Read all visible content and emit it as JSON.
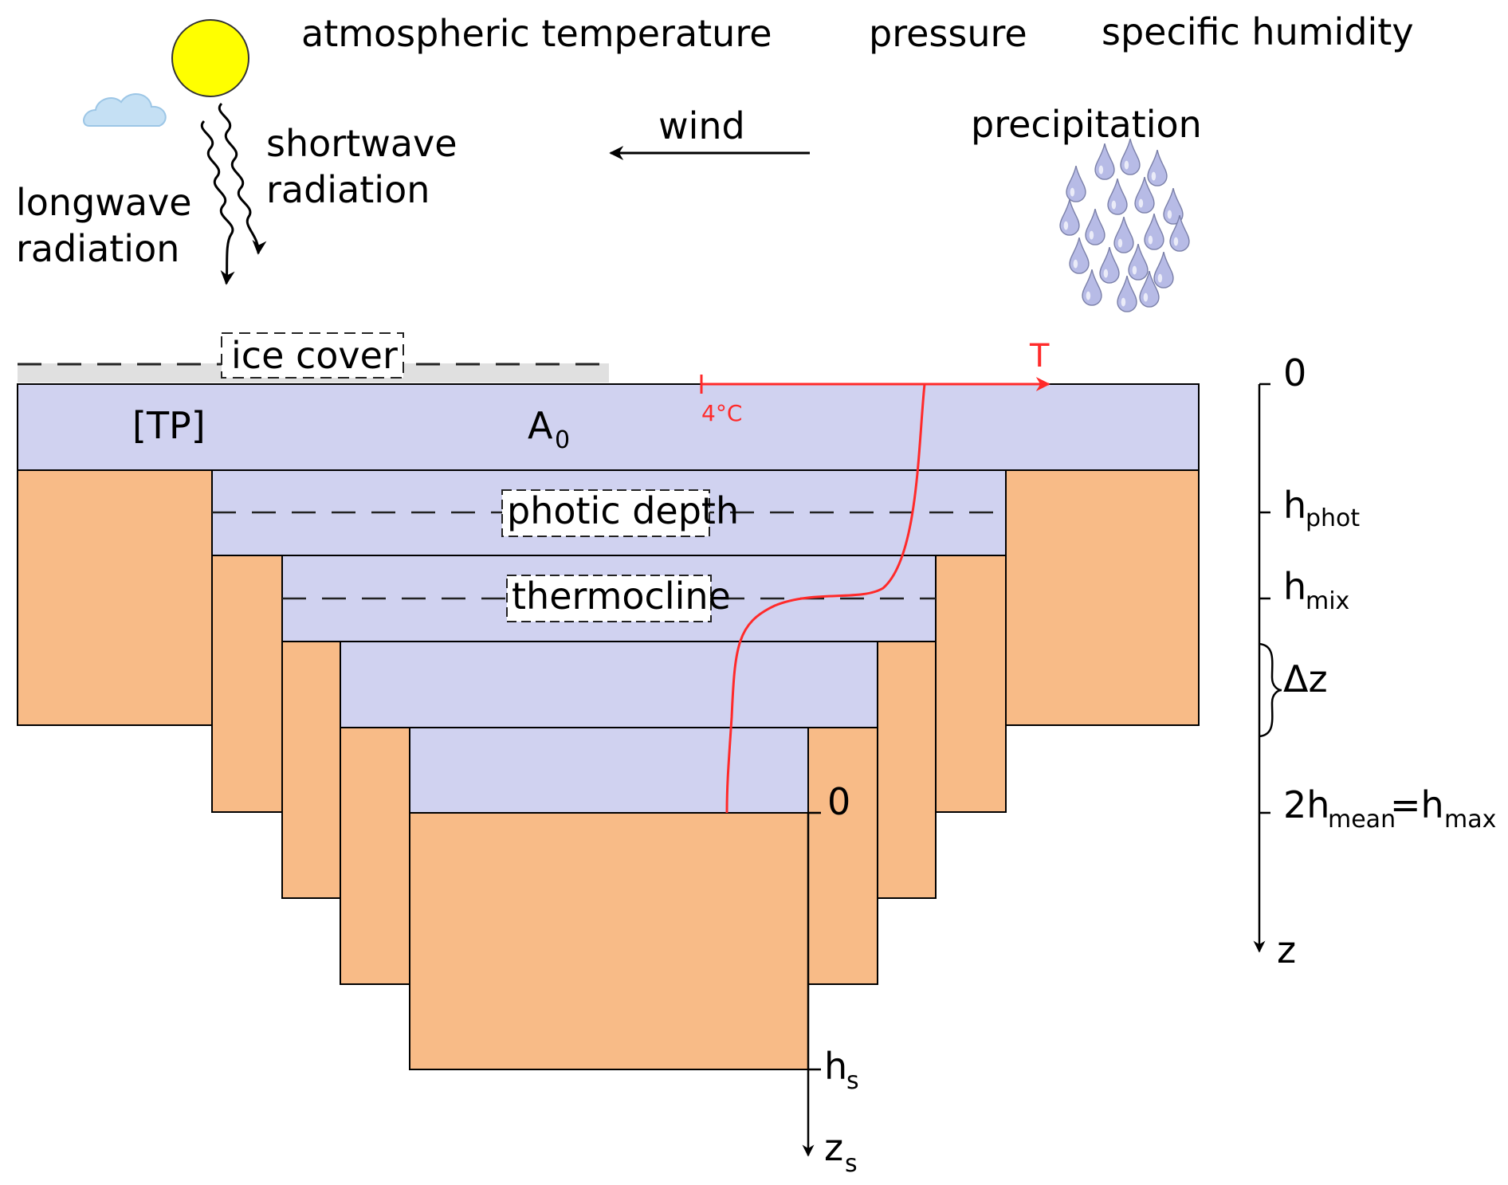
{
  "atmosphere": {
    "temperature": "atmospheric temperature",
    "pressure": "pressure",
    "humidity": "specific humidity",
    "wind": "wind",
    "precipitation": "precipitation",
    "shortwave_line1": "shortwave",
    "shortwave_line2": "radiation",
    "longwave_line1": "longwave",
    "longwave_line2": "radiation"
  },
  "lake": {
    "ice_cover": "ice cover",
    "tp": "[TP]",
    "area_main": "A",
    "area_sub": "0",
    "photic_depth": "photic depth",
    "thermocline": "thermocline"
  },
  "temperature_profile": {
    "axis_label": "T",
    "tick_label": "4°C",
    "color": "#ff2a2a"
  },
  "depth_axis": {
    "zero": "0",
    "h_phot_main": "h",
    "h_phot_sub": "phot",
    "h_mix_main": "h",
    "h_mix_sub": "mix",
    "delta_z": "Δz",
    "hmax_2": "2h",
    "hmax_mean_sub": "mean",
    "hmax_eq": "=h",
    "hmax_max_sub": "max",
    "z": "z"
  },
  "sediment_axis": {
    "zero": "0",
    "hs_main": "h",
    "hs_sub": "s",
    "zs_main": "z",
    "zs_sub": "s"
  },
  "colors": {
    "water": "#d0d2f0",
    "sediment": "#f8bb87",
    "ice": "#e0e0e0",
    "sun": "#ffff00",
    "cloud": "#c5e0f4",
    "drop": "#b7bbe6"
  }
}
